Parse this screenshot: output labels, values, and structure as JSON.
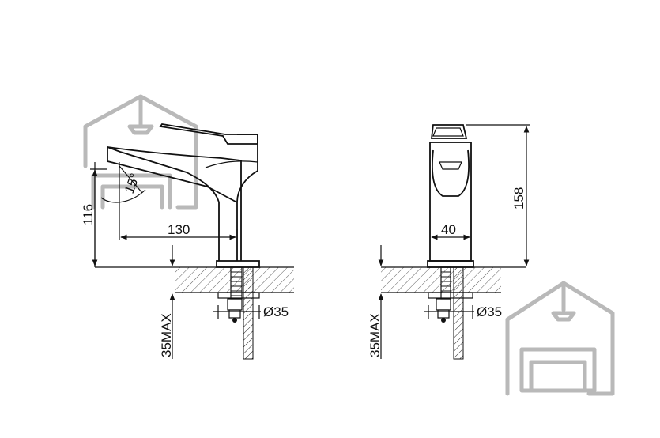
{
  "side_view": {
    "dim_height": "116",
    "dim_reach": "130",
    "dim_angle": "15°",
    "dim_hole": "Ø35",
    "dim_deck": "35MAX"
  },
  "front_view": {
    "dim_height": "158",
    "dim_width": "40",
    "dim_hole": "Ø35",
    "dim_deck": "35MAX"
  },
  "colors": {
    "line": "#111111",
    "watermark": "#b9b9b9"
  },
  "icons": [
    "house-watermark-icon",
    "house-watermark-icon"
  ]
}
